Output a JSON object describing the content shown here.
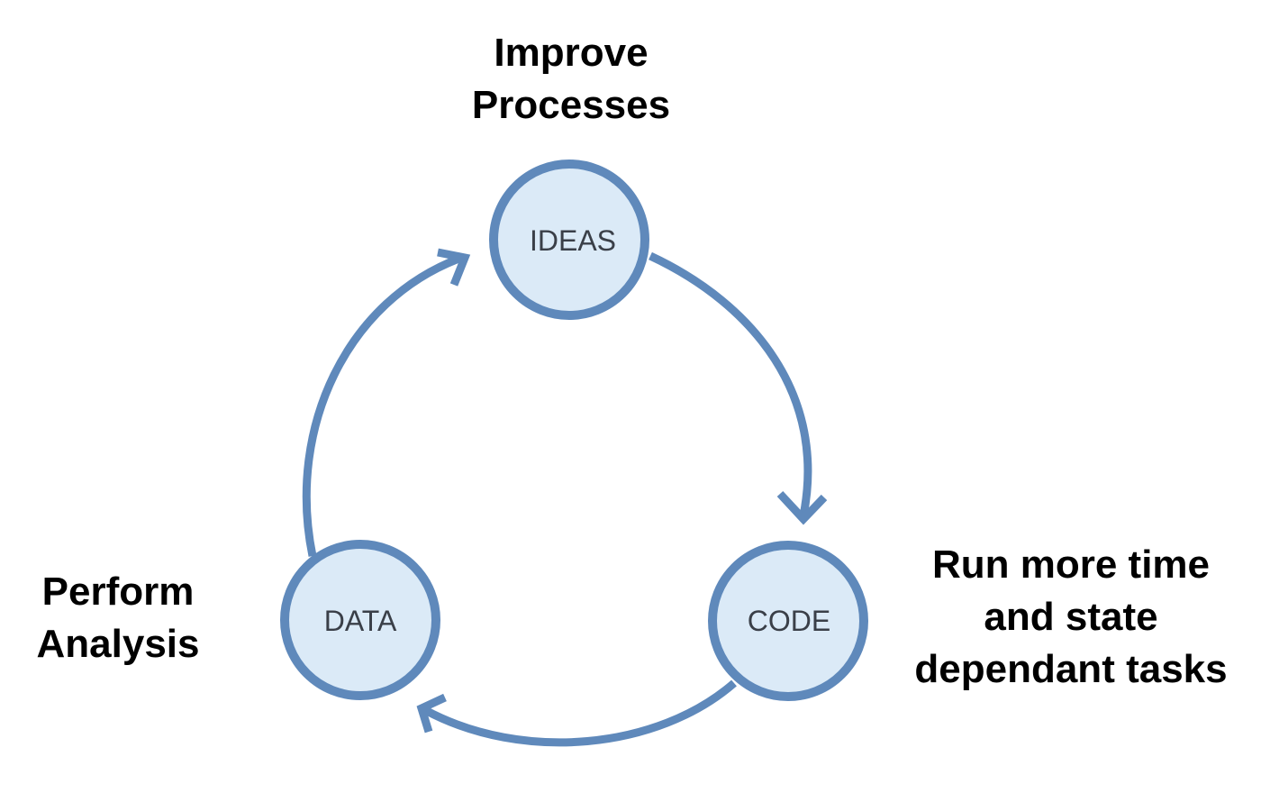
{
  "nodes": {
    "ideas": {
      "label": "IDEAS"
    },
    "code": {
      "label": "CODE"
    },
    "data": {
      "label": "DATA"
    }
  },
  "captions": {
    "ideas": [
      "Improve",
      "Processes"
    ],
    "code": [
      "Run more time",
      "and state",
      "dependant tasks"
    ],
    "data": [
      "Perform",
      "Analysis"
    ]
  },
  "colors": {
    "circle_fill": "#dbeaf7",
    "circle_stroke": "#5f89bb",
    "arrow": "#5f89bb",
    "node_text": "#3a3f48",
    "caption_text": "#000000"
  }
}
